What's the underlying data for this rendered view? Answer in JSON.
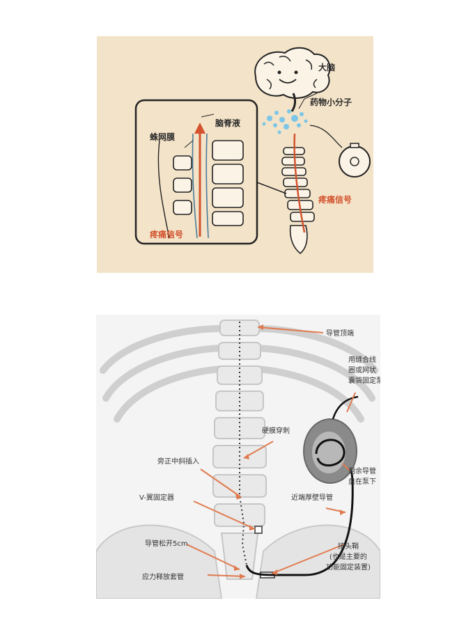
{
  "top_diagram": {
    "labels": {
      "brain": "大脑",
      "drug_molecules": "药物小分子",
      "csf": "脑脊液",
      "arachnoid": "蛛网膜",
      "pain_signal_inset": "疼痛信号",
      "pain_signal_spine": "疼痛信号"
    },
    "colors": {
      "background": "#f3e3c8",
      "signal": "#d2532e",
      "molecules": "#7cc6e8"
    }
  },
  "bottom_diagram": {
    "labels": {
      "catheter_tip": "导管顶端",
      "pump_fix": [
        "用缝合线",
        "圈或网状",
        "囊袋固定泵"
      ],
      "dural_puncture": "硬膜穿刺",
      "paramedian_insertion": "旁正中斜插入",
      "excess_catheter": [
        "剩余导管",
        "盘在泵下"
      ],
      "v_wing_anchor": "V-翼固定器",
      "proximal_thick_catheter": "近端厚壁导管",
      "catheter_slack": "导管松开5cm",
      "connector": [
        "接头鞘",
        "(也是主要的",
        "功能固定装置)"
      ],
      "strain_relief": "应力释放套管"
    },
    "colors": {
      "background": "#f4f4f4",
      "arrow": "#e07a4e",
      "pump": "#8a8a8a"
    }
  }
}
